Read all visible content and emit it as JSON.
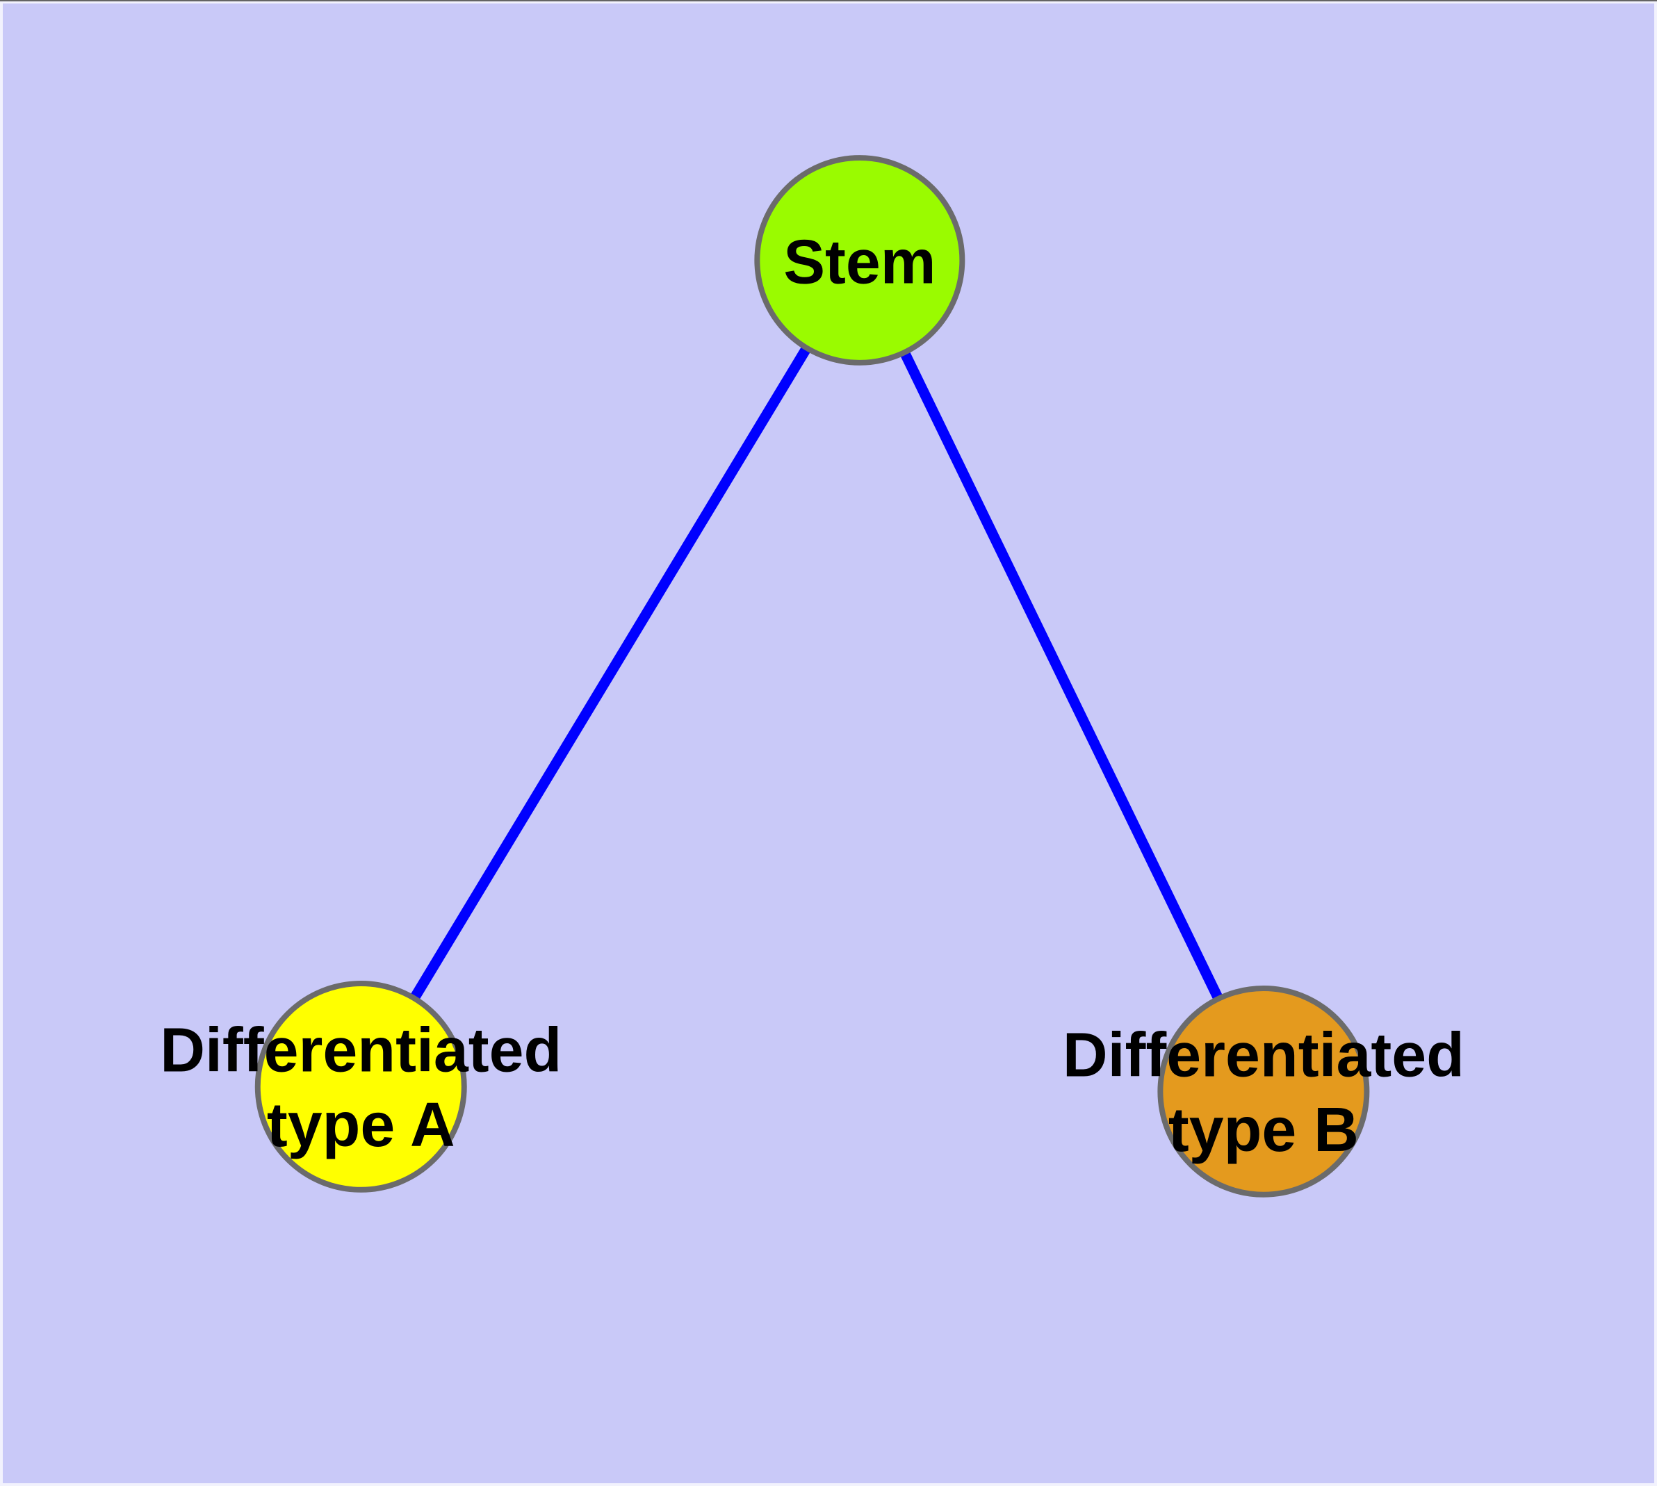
{
  "diagram": {
    "background_color": "#c9c9f8",
    "edge_color": "#0000ff",
    "node_border_color": "#6b6b6b",
    "label_color": "#000000",
    "nodes": [
      {
        "id": "stem",
        "label_lines": [
          "Stem"
        ],
        "full_label": "Stem",
        "fill_color": "#9afb00"
      },
      {
        "id": "differentiated-type-a",
        "label_lines": [
          "Differentiated",
          "type A"
        ],
        "full_label": "Differentiated type A",
        "fill_color": "#ffff00"
      },
      {
        "id": "differentiated-type-b",
        "label_lines": [
          "Differentiated",
          "type B"
        ],
        "full_label": "Differentiated type B",
        "fill_color": "#e49a1e"
      }
    ],
    "edges": [
      {
        "from": "Stem",
        "to": "Differentiated type A"
      },
      {
        "from": "Stem",
        "to": "Differentiated type B"
      }
    ]
  }
}
